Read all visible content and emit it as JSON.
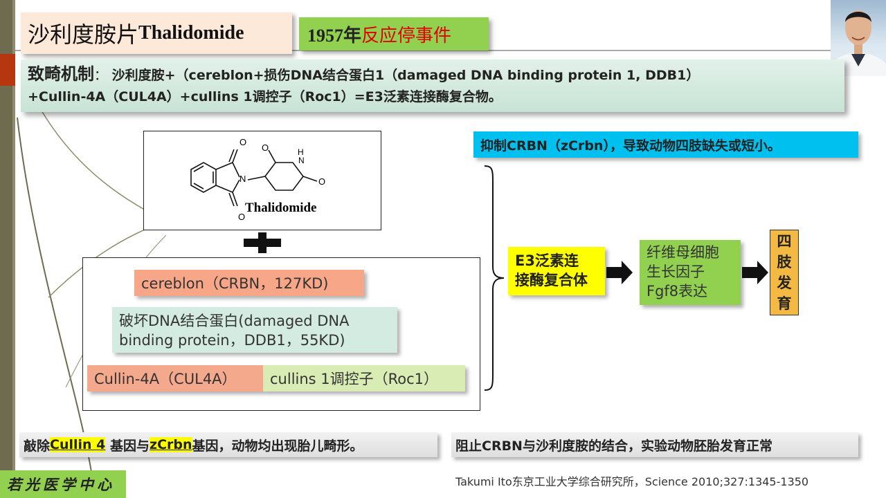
{
  "title": {
    "zh": "沙利度胺片",
    "en": "Thalidomide"
  },
  "event": {
    "year": "1957年",
    "name": "反应停事件"
  },
  "mechanism": {
    "label": "致畸机制",
    "colon": "：",
    "line1": "沙利度胺+（cereblon+损伤DNA结合蛋白1（damaged DNA binding protein 1, DDB1）",
    "line2": "+Cullin-4A（CUL4A）+cullins 1调控子（Roc1）=E3泛素连接酶复合物。"
  },
  "molecule": {
    "name": "Thalidomide",
    "atom_o": "O",
    "atom_n": "N",
    "atom_h": "H"
  },
  "components": {
    "crbn": "cereblon（CRBN，127KD)",
    "ddb1_line1": "破坏DNA结合蛋白(damaged DNA",
    "ddb1_line2": "binding protein，DDB1，55KD)",
    "cul4a": "Cullin-4A（CUL4A）",
    "roc1": "cullins 1调控子（Roc1）"
  },
  "inhibit": "抑制CRBN（zCrbn），导致动物四肢缺失或短小。",
  "e3": {
    "line1": "E3泛素连",
    "line2": "接酶复合体"
  },
  "fgf": {
    "line1": "纤维母细胞",
    "line2": "生长因子",
    "line3": "Fgf8表达"
  },
  "limb": [
    "四",
    "肢",
    "发",
    "育"
  ],
  "bottom_left": {
    "p1": "敲除",
    "hl1": "Cullin 4",
    "p2": " 基因与",
    "hl2": "zCrbn",
    "p3": "基因，动物均出现胎儿畸形。"
  },
  "bottom_right": "阻止CRBN与沙利度胺的结合，实验动物胚胎发育正常",
  "badge": "若光医学中心",
  "citation": "Takumi Ito东京工业大学综合研究所，Science 2010;327:1345-1350",
  "colors": {
    "accent_red": "#b5360f",
    "green": "#92d050",
    "yellow": "#ffff00",
    "cyan": "#00c0ef",
    "orange": "#f4b942"
  }
}
